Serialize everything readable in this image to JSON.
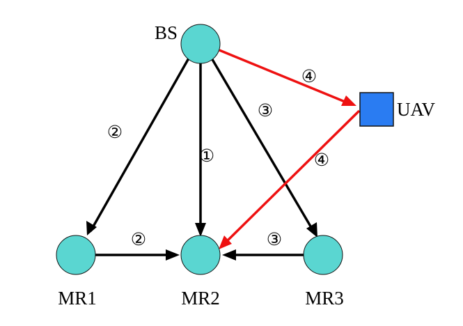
{
  "diagram": {
    "colors": {
      "node_fill": "#5ad6d1",
      "node_stroke": "#111111",
      "uav_fill": "#2a7cf2",
      "edge_black": "#000000",
      "edge_red": "#ee1111"
    },
    "nodes": {
      "bs": {
        "label": "BS",
        "shape": "circle"
      },
      "mr1": {
        "label": "MR1",
        "shape": "circle"
      },
      "mr2": {
        "label": "MR2",
        "shape": "circle"
      },
      "mr3": {
        "label": "MR3",
        "shape": "circle"
      },
      "uav": {
        "label": "UAV",
        "shape": "square"
      }
    },
    "edges": [
      {
        "from": "BS",
        "to": "MR2",
        "label": "①",
        "color": "black"
      },
      {
        "from": "BS",
        "to": "MR1",
        "label": "②",
        "color": "black"
      },
      {
        "from": "MR1",
        "to": "MR2",
        "label": "②",
        "color": "black"
      },
      {
        "from": "BS",
        "to": "MR3",
        "label": "③",
        "color": "black"
      },
      {
        "from": "MR3",
        "to": "MR2",
        "label": "③",
        "color": "black"
      },
      {
        "from": "BS",
        "to": "UAV",
        "label": "④",
        "color": "red"
      },
      {
        "from": "UAV",
        "to": "MR2",
        "label": "④",
        "color": "red"
      }
    ]
  }
}
